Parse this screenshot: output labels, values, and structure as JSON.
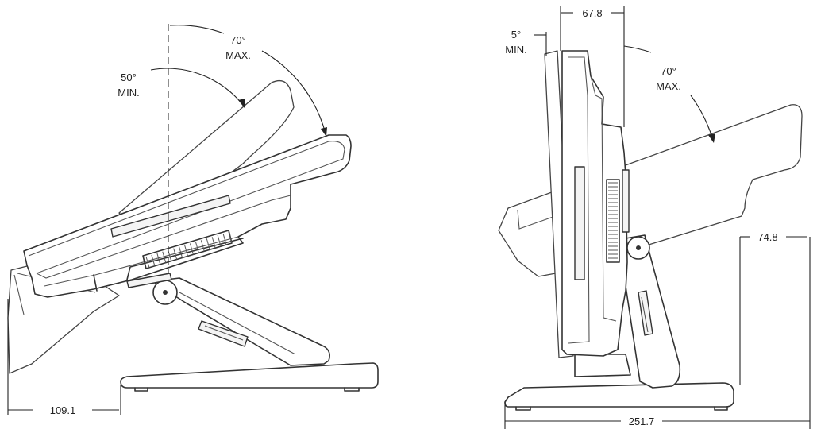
{
  "left_view": {
    "angle_min": {
      "value": "50°",
      "label": "MIN."
    },
    "angle_max": {
      "value": "70°",
      "label": "MAX."
    },
    "offset": "109.1"
  },
  "right_view": {
    "angle_min": {
      "value": "5°",
      "label": "MIN."
    },
    "angle_max": {
      "value": "70°",
      "label": "MAX."
    },
    "depth": "67.8",
    "offset": "74.8",
    "base_width": "251.7"
  }
}
